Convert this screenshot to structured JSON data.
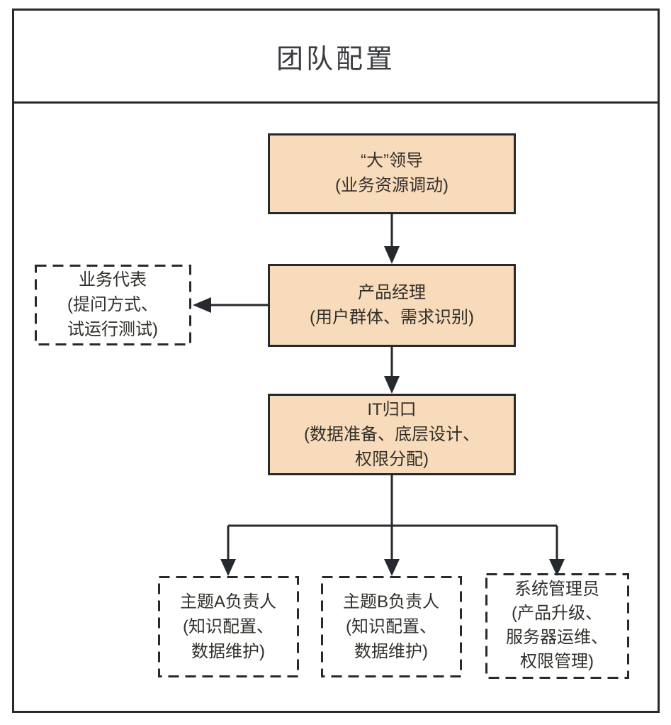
{
  "title": "团队配置",
  "colors": {
    "node_fill": "#f8dbba",
    "stroke": "#26292d",
    "text": "#32302c",
    "background": "#ffffff"
  },
  "nodes": {
    "leader": {
      "lines": [
        "“大”领导",
        "(业务资源调动)"
      ]
    },
    "product_manager": {
      "lines": [
        "产品经理",
        "(用户群体、需求识别)"
      ]
    },
    "business_rep": {
      "lines": [
        "业务代表",
        "(提问方式、",
        "试运行测试)"
      ]
    },
    "it_owner": {
      "lines": [
        "IT归口",
        "(数据准备、底层设计、",
        "权限分配)"
      ]
    },
    "topic_a": {
      "lines": [
        "主题A负责人",
        "(知识配置、",
        "数据维护)"
      ]
    },
    "topic_b": {
      "lines": [
        "主题B负责人",
        "(知识配置、",
        "数据维护)"
      ]
    },
    "sys_admin": {
      "lines": [
        "系统管理员",
        "(产品升级、",
        "服务器运维、",
        "权限管理)"
      ]
    }
  }
}
